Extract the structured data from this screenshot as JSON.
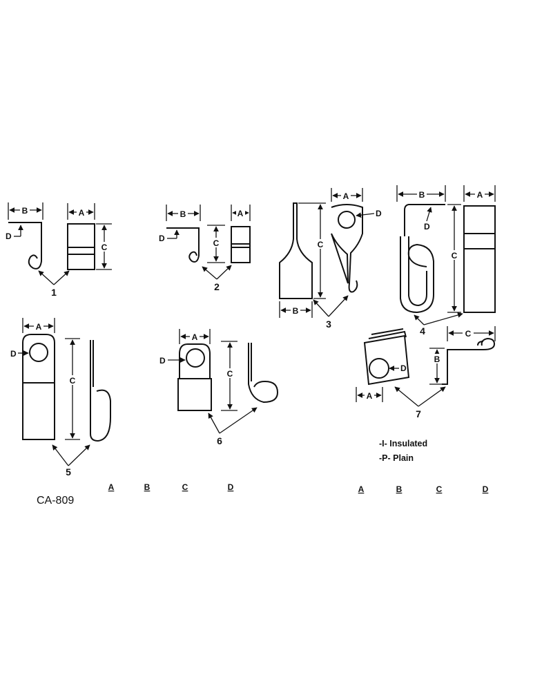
{
  "callouts": {
    "a": "A",
    "b": "B",
    "c": "C",
    "d": "D"
  },
  "figure_numbers": [
    "1",
    "2",
    "3",
    "4",
    "5",
    "6",
    "7"
  ],
  "legend": {
    "insulated": "-I- Insulated",
    "plain": "-P- Plain"
  },
  "table_headers_left": [
    "A",
    "B",
    "C",
    "D"
  ],
  "table_headers_right": [
    "A",
    "B",
    "C",
    "D"
  ],
  "drawing_code": "CA-809"
}
